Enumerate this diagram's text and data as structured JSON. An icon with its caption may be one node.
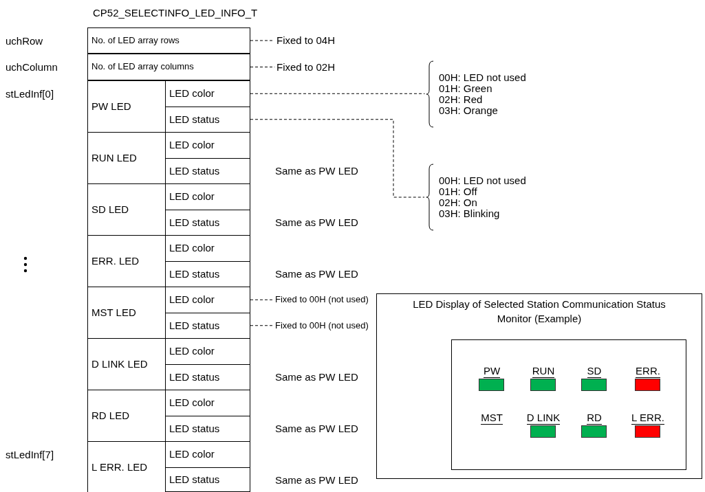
{
  "diagram": {
    "title": "CP52_SELECTINFO_LED_INFO_T",
    "nodes": [
      {
        "text": [
          "No. of LED array rows"
        ]
      },
      {
        "text": [
          "No. of LED array columns"
        ]
      },
      {
        "text": [
          "Fixed to 04H"
        ]
      },
      {
        "text": [
          "Fixed to 02H"
        ]
      },
      {
        "text": [
          "PW LED"
        ]
      },
      {
        "text": [
          "LED color"
        ]
      },
      {
        "text": [
          "LED status"
        ]
      },
      {
        "text": [
          "00H: LED not used",
          "01H: Green",
          "02H: Red",
          "03H: Orange"
        ]
      },
      {
        "text": [
          "00H: LED not used",
          "01H: Off",
          "02H: On",
          "03H: Blinking"
        ]
      },
      {
        "text": [
          "RUN LED"
        ]
      },
      {
        "text": [
          "LED color"
        ]
      },
      {
        "text": [
          "LED status"
        ]
      },
      {
        "text": [
          "SD LED"
        ]
      },
      {
        "text": [
          "LED color"
        ]
      },
      {
        "text": [
          "LED status"
        ]
      },
      {
        "text": [
          "ERR. LED"
        ]
      },
      {
        "text": [
          "LED color"
        ]
      },
      {
        "text": [
          "LED status"
        ]
      },
      {
        "text": [
          "MST LED"
        ]
      },
      {
        "text": [
          "LED color"
        ]
      },
      {
        "text": [
          "LED status"
        ]
      },
      {
        "text": [
          "Fixed to 00H (not used)"
        ]
      },
      {
        "text": [
          "Fixed to 00H (not used)"
        ]
      },
      {
        "text": [
          "D LINK LED"
        ]
      },
      {
        "text": [
          "LED color"
        ]
      },
      {
        "text": [
          "LED status"
        ]
      },
      {
        "text": [
          "RD LED"
        ]
      },
      {
        "text": [
          "LED color"
        ]
      },
      {
        "text": [
          "LED status"
        ]
      },
      {
        "text": [
          "L ERR. LED"
        ]
      },
      {
        "text": [
          "LED color"
        ]
      },
      {
        "text": [
          "LED status"
        ]
      },
      {
        "text": [
          "LED Display of Selected Station Communication Status Monitor (Example)"
        ]
      },
      {
        "text": [],
        "shape": "box",
        "in": 32
      },
      {
        "text": [
          "PW"
        ],
        "in": 33
      },
      {
        "text": [
          "RUN"
        ],
        "in": 33
      },
      {
        "text": [
          "SD"
        ],
        "in": 33
      },
      {
        "text": [
          "ERR."
        ],
        "in": 33
      },
      {
        "text": [
          "MST"
        ],
        "in": 33
      },
      {
        "text": [
          "D LINK"
        ],
        "in": 33
      },
      {
        "text": [
          "RD"
        ],
        "in": 33
      },
      {
        "text": [
          "L ERR."
        ],
        "in": 33
      }
    ],
    "edges": [
      {
        "from": 0,
        "to": 2,
        "arrow": "none",
        "style": "dashed"
      },
      {
        "from": 1,
        "to": 3,
        "arrow": "none",
        "style": "dashed"
      },
      {
        "from": 5,
        "to": 7,
        "arrow": "none",
        "style": "dashed"
      },
      {
        "from": 6,
        "to": 8,
        "arrow": "none",
        "style": "dashed"
      },
      {
        "from": 19,
        "to": 21,
        "arrow": "none",
        "style": "dashed"
      },
      {
        "from": 20,
        "to": 22,
        "arrow": "none",
        "style": "dashed"
      }
    ],
    "labels": [
      "uchRow",
      "uchColumn",
      "stLedInf[0]",
      "Same as PW LED",
      "Same as PW LED",
      "Same as PW LED",
      "Same as PW LED",
      "Same as PW LED",
      "Same as PW LED",
      "stLedInf[7]"
    ]
  }
}
